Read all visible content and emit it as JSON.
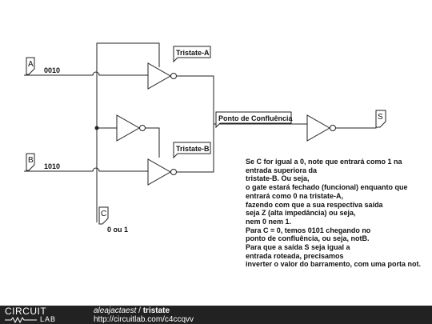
{
  "ports": {
    "A": "A",
    "B": "B",
    "C": "C",
    "S": "S"
  },
  "wire_values": {
    "a_bus": "0010",
    "b_bus": "1010",
    "c_value": "0 ou 1"
  },
  "labels": {
    "tristate_a": "Tristate-A",
    "tristate_b": "Tristate-B",
    "junction": "Ponto de Confluência"
  },
  "note_lines": [
    "Se C for igual a 0, note que entrará como 1 na",
    "entrada superiora da",
    "tristate-B. Ou seja,",
    "o gate estará fechado (funcional) enquanto que",
    "entrará como 0 na tristate-A,",
    "fazendo com que a sua respectiva saída",
    "seja Z (alta impedância) ou seja,",
    "nem 0 nem 1.",
    "Para C = 0, temos 0101 chegando no",
    "ponto de confluência, ou seja, notB.",
    "Para que a saída S seja igual a",
    "entrada roteada, precisamos",
    "inverter o valor do barramento, com uma porta not."
  ],
  "footer": {
    "logo_top": "CIRCUIT",
    "logo_bottom": "LAB",
    "author": "aleajactaest",
    "separator": " / ",
    "title": "tristate",
    "url": "http://circuitlab.com/c4ccqvv"
  },
  "colors": {
    "wire": "#222222",
    "footer_bg": "#222222"
  }
}
